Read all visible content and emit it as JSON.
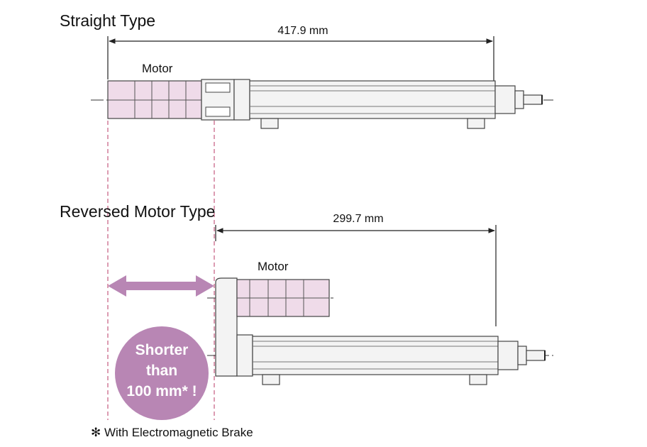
{
  "straight": {
    "title": "Straight Type",
    "dimension": "417.9 mm",
    "motor_label": "Motor"
  },
  "reversed": {
    "title": "Reversed Motor Type",
    "dimension": "299.7 mm",
    "motor_label": "Motor"
  },
  "callout": {
    "line1": "Shorter",
    "line2": "than",
    "line3": "100 mm* !"
  },
  "footnote": "✻ With Electromagnetic Brake",
  "colors": {
    "motor_fill": "#efdbe9",
    "accent": "#b886b4",
    "body_fill": "#f3f3f3",
    "guide_dash": "#c55a7f",
    "outline": "#333333"
  }
}
